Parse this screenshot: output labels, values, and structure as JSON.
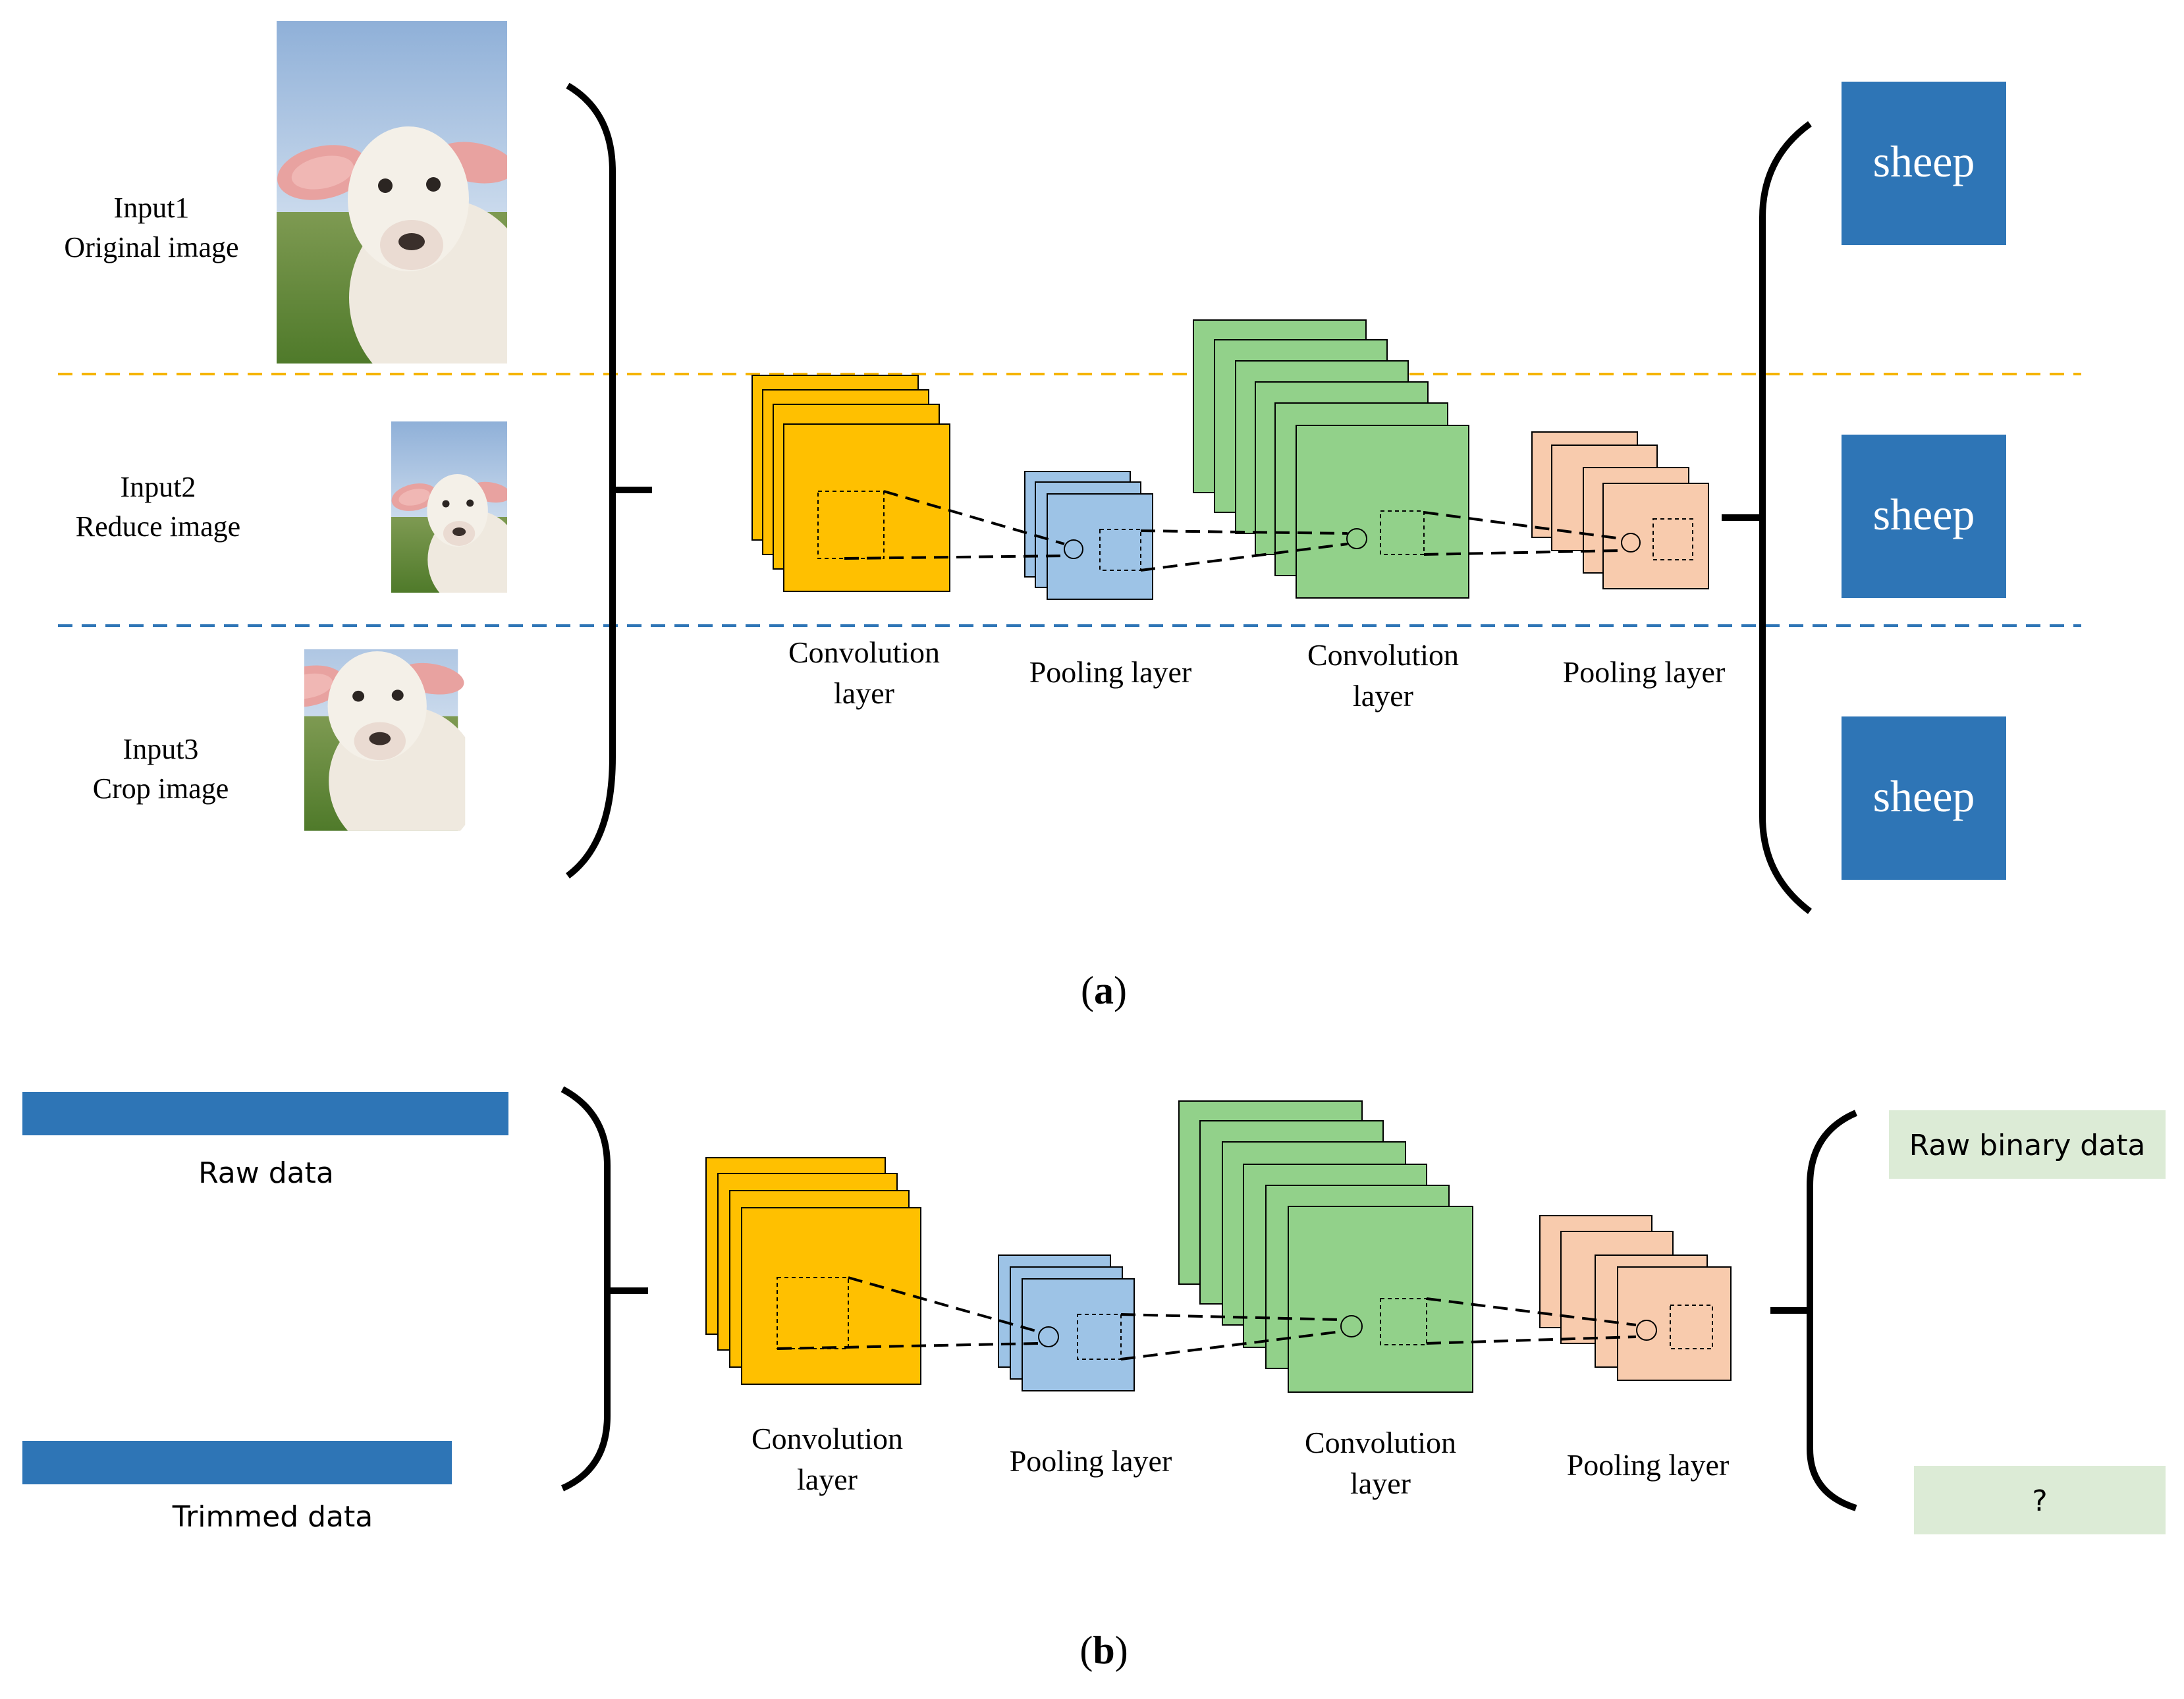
{
  "panel_a": {
    "inputs": [
      {
        "line1": "Input1",
        "line2": "Original image"
      },
      {
        "line1": "Input2",
        "line2": "Reduce image"
      },
      {
        "line1": "Input3",
        "line2": "Crop image"
      }
    ],
    "layers": [
      {
        "line1": "Convolution",
        "line2": "layer"
      },
      {
        "line1": "Pooling layer",
        "line2": ""
      },
      {
        "line1": "Convolution",
        "line2": "layer"
      },
      {
        "line1": "Pooling layer",
        "line2": ""
      }
    ],
    "outputs": [
      "sheep",
      "sheep",
      "sheep"
    ],
    "caption_open": "(",
    "caption_letter": "a",
    "caption_close": ")"
  },
  "panel_b": {
    "inputs": [
      "Raw data",
      "Trimmed data"
    ],
    "layers": [
      {
        "line1": "Convolution",
        "line2": "layer"
      },
      {
        "line1": "Pooling layer",
        "line2": ""
      },
      {
        "line1": "Convolution",
        "line2": "layer"
      },
      {
        "line1": "Pooling layer",
        "line2": ""
      }
    ],
    "outputs": [
      "Raw binary data",
      "?"
    ],
    "caption_open": "(",
    "caption_letter": "b",
    "caption_close": ")"
  },
  "colors": {
    "conv1": "#FFC000",
    "pool": "#9DC3E6",
    "conv2": "#92D18A",
    "pool2": "#F8CBAD",
    "output_box": "#2E75B6",
    "output_box_b": "#DCEBD6",
    "orange_dash": "#F5B400",
    "blue_dash": "#2E75B6",
    "data_bar": "#2E75B6"
  }
}
